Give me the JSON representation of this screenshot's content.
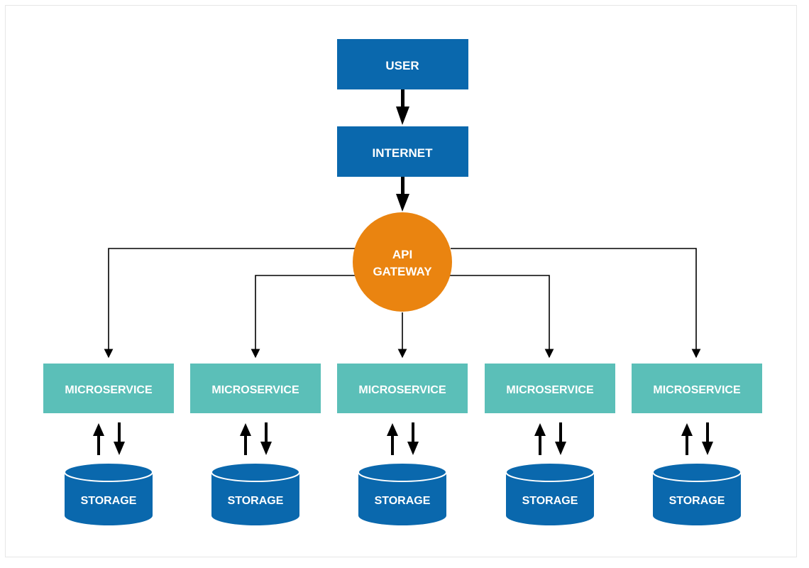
{
  "nodes": {
    "user": "USER",
    "internet": "INTERNET",
    "gateway": {
      "line1": "API",
      "line2": "GATEWAY"
    },
    "microservices": [
      "MICROSERVICE",
      "MICROSERVICE",
      "MICROSERVICE",
      "MICROSERVICE",
      "MICROSERVICE"
    ],
    "storages": [
      "STORAGE",
      "STORAGE",
      "STORAGE",
      "STORAGE",
      "STORAGE"
    ]
  },
  "colors": {
    "primary_blue": "#0a68ad",
    "gateway_orange": "#ea8410",
    "microservice_teal": "#5bbfb8",
    "storage_blue": "#0a68ad",
    "connector": "#000000",
    "text": "#ffffff"
  }
}
